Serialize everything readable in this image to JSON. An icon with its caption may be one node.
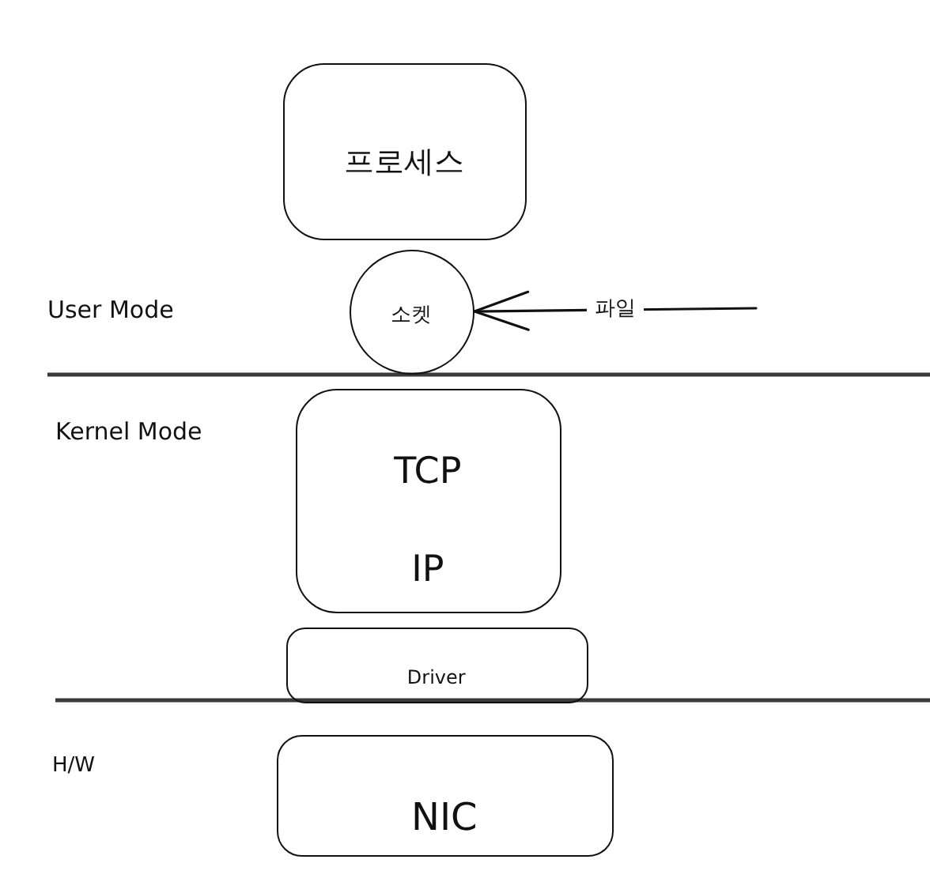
{
  "diagram": {
    "nodes": [
      {
        "text": [
          "프로세스"
        ]
      },
      {
        "text": [
          "소켓"
        ]
      },
      {
        "text": [
          "TCP",
          "IP"
        ]
      },
      {
        "text": [
          "Driver"
        ]
      },
      {
        "text": [
          "NIC"
        ]
      }
    ],
    "edges": [
      {
        "from": null,
        "to": 1,
        "arrow": "to",
        "label": "파일"
      }
    ],
    "labels": [
      "User Mode",
      "Kernel Mode",
      "H/W"
    ]
  }
}
